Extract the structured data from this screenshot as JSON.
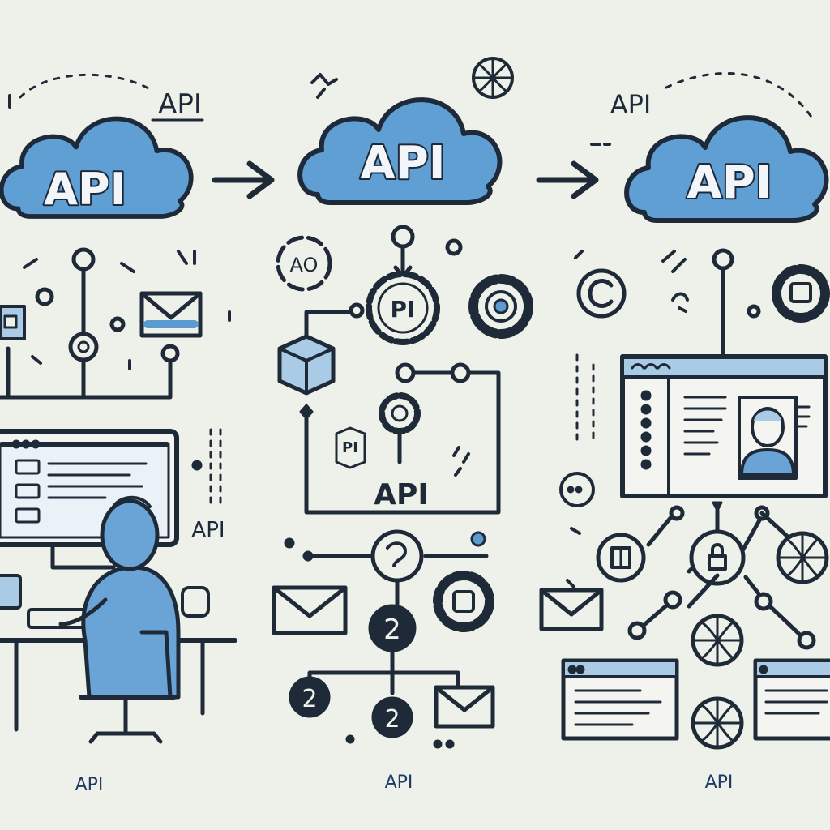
{
  "colors": {
    "background": "#eef1e9",
    "cloud_fill": "#5f9fd3",
    "cloud_stroke": "#1e2a3a",
    "line": "#1f2a38",
    "accent_blue": "#5b9bd0",
    "light_blue": "#a9cbe6",
    "skin_blue": "#6aa3d6",
    "node_fill": "#f4f5f0"
  },
  "panels": [
    {
      "cloud_label": "API",
      "side_label": "API",
      "screen_label": "API",
      "footer_label": "API"
    },
    {
      "cloud_label": "API",
      "gear_label": "PI",
      "badge_ao": "AO",
      "badge_pi": "PI",
      "mid_label": "API",
      "node_two_a": "2",
      "node_two_b": "2",
      "node_two_c": "2",
      "footer_label": "API"
    },
    {
      "cloud_label": "API",
      "side_label": "API",
      "footer_label": "API"
    }
  ],
  "icons": [
    "cloud-icon",
    "arrow-right-icon",
    "globe-icon",
    "envelope-icon",
    "gear-icon",
    "cube-icon",
    "browser-window-icon",
    "user-avatar-icon",
    "computer-monitor-icon",
    "person-at-desk-icon",
    "book-icon",
    "lock-icon",
    "copyright-icon"
  ]
}
